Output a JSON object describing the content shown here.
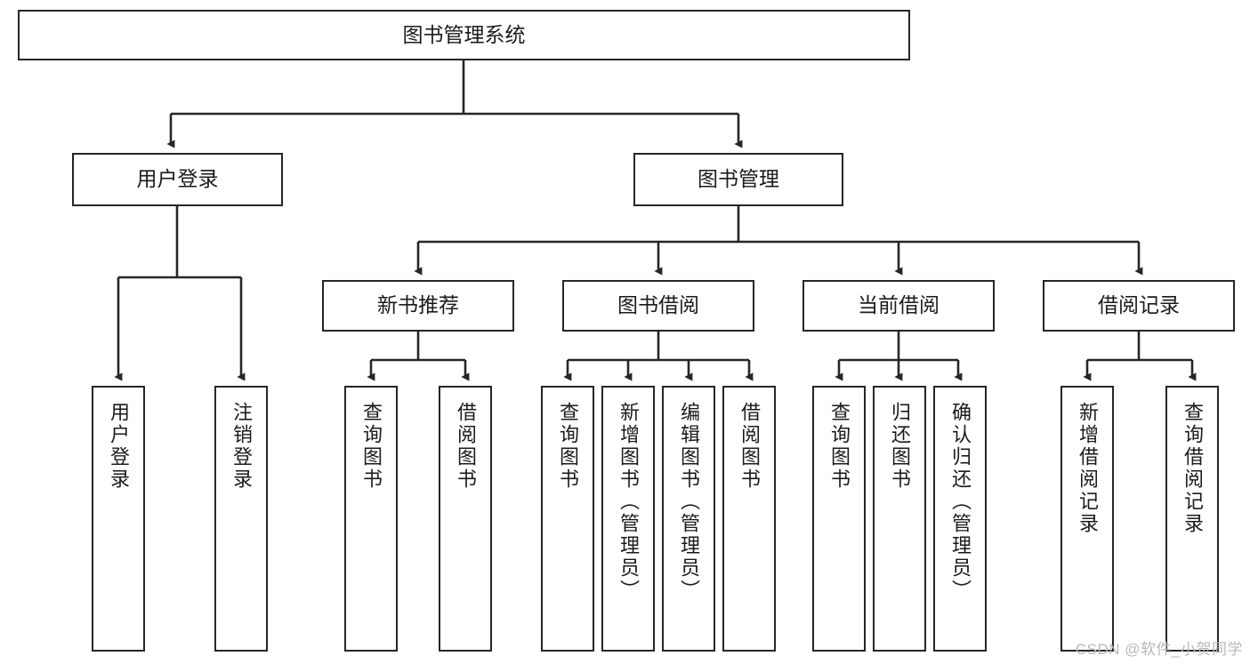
{
  "diagram": {
    "type": "tree-hierarchy",
    "orientation": "top-down",
    "title_node": {
      "label": "图书管理系统"
    },
    "level2": [
      {
        "label": "用户登录"
      },
      {
        "label": "图书管理"
      }
    ],
    "level3": [
      {
        "label": "新书推荐"
      },
      {
        "label": "图书借阅"
      },
      {
        "label": "当前借阅"
      },
      {
        "label": "借阅记录"
      }
    ],
    "leaves": {
      "user_login": [
        {
          "label": "用户登录"
        },
        {
          "label": "注销登录"
        }
      ],
      "new_book_recommend": [
        {
          "label": "查询图书"
        },
        {
          "label": "借阅图书"
        }
      ],
      "book_borrow": [
        {
          "label": "查询图书"
        },
        {
          "label": "新增图书（管理员）"
        },
        {
          "label": "编辑图书（管理员）"
        },
        {
          "label": "借阅图书"
        }
      ],
      "current_borrow": [
        {
          "label": "查询图书"
        },
        {
          "label": "归还图书"
        },
        {
          "label": "确认归还（管理员）"
        }
      ],
      "borrow_records": [
        {
          "label": "新增借阅记录"
        },
        {
          "label": "查询借阅记录"
        }
      ]
    },
    "watermark": "CSDN @软件_小贺同学",
    "colors": {
      "stroke": "#262626",
      "fill": "#ffffff",
      "text": "#1b1b1b",
      "watermark": "#b9b9b9"
    }
  }
}
